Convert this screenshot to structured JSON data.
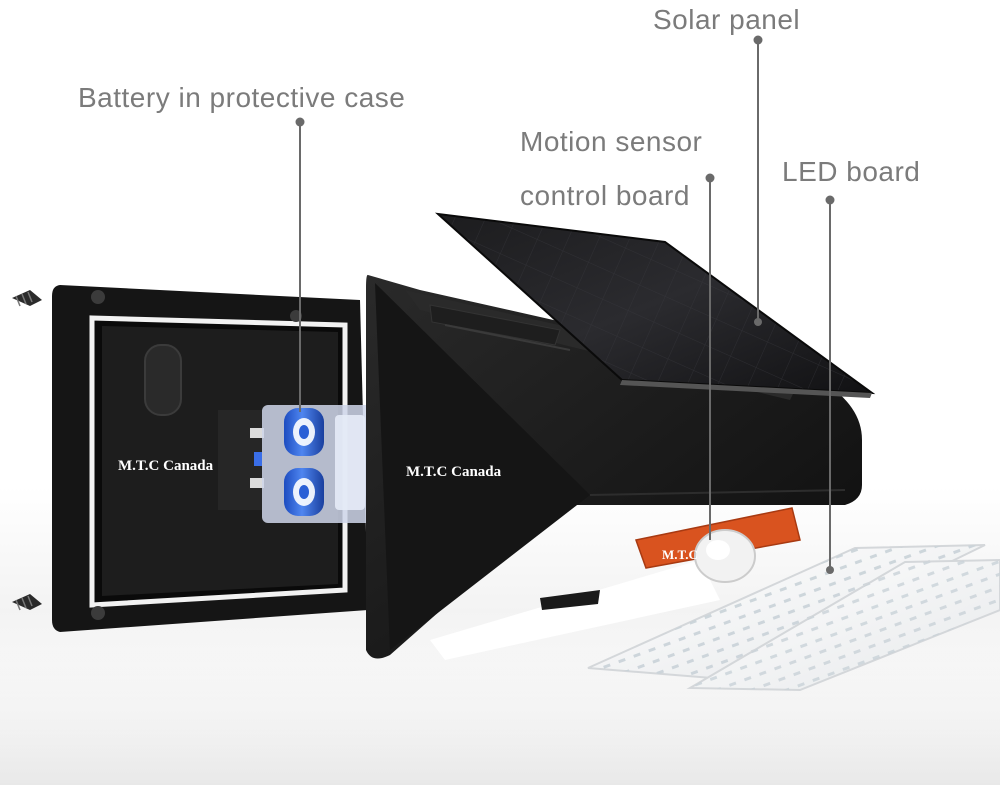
{
  "callouts": {
    "solar_panel": "Solar panel",
    "battery": "Battery in protective case",
    "motion_sensor_line1": "Motion sensor",
    "motion_sensor_line2": "control board",
    "led_board": "LED board"
  },
  "branding": {
    "back_plate": "M.T.C Canada",
    "front_housing": "M.T.C Canada",
    "sensor_board": "M.T.C"
  },
  "colors": {
    "callout_text": "#7b7b7b",
    "leader_line": "#6a6a6a",
    "housing": "#1a1a1a",
    "battery_blue": "#2a5fd6",
    "sensor_board_orange": "#d9531f"
  }
}
